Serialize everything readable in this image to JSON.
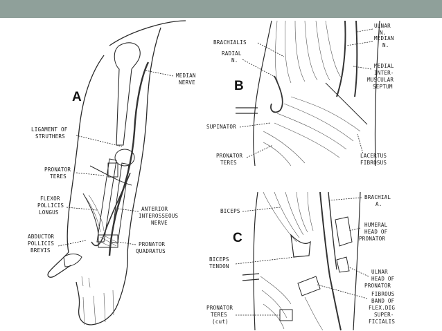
{
  "slide": {
    "header_color": "#8fa09a"
  },
  "panels": {
    "a": "A",
    "b": "B",
    "c": "C"
  },
  "labels_a": {
    "median_nerve": [
      "MEDIAN",
      "NERVE"
    ],
    "ligament": [
      "LIGAMENT OF",
      "STRUTHERS"
    ],
    "pronator_teres": [
      "PRONATOR",
      "TERES"
    ],
    "fpl": [
      "FLEXOR",
      "POLLICIS",
      "LONGUS"
    ],
    "anterior_interosseous": [
      "ANTERIOR",
      "INTEROSSEOUS",
      "NERVE"
    ],
    "apb": [
      "ABDUCTOR",
      "POLLICIS",
      "BREVIS"
    ],
    "pronator_quadratus": [
      "PRONATOR",
      "QUADRATUS"
    ]
  },
  "labels_b": {
    "brachialis": [
      "BRACHIALIS"
    ],
    "radial_n": [
      "RADIAL",
      "N."
    ],
    "ulnar_n": [
      "ULNAR",
      "N."
    ],
    "median_n": [
      "MEDIAN",
      "N."
    ],
    "septum": [
      "MEDIAL",
      "INTER-",
      "MUSCULAR",
      "SEPTUM"
    ],
    "supinator": [
      "SUPINATOR"
    ],
    "pronator_teres": [
      "PRONATOR",
      "TERES"
    ],
    "lacertus": [
      "LACERTUS",
      "FIBROSUS"
    ]
  },
  "labels_c": {
    "biceps": [
      "BICEPS"
    ],
    "brachial_a": [
      "BRACHIAL",
      "A."
    ],
    "humeral_head": [
      "HUMERAL",
      "HEAD OF",
      "PRONATOR"
    ],
    "biceps_tendon": [
      "BICEPS",
      "TENDON"
    ],
    "ulnar_head": [
      "ULNAR",
      "HEAD OF",
      "PRONATOR"
    ],
    "fibrous_band": [
      "FIBROUS",
      "BAND OF",
      "FLEX.DIG",
      "SUPER-",
      "FICIALIS"
    ],
    "pronator_teres_cut": [
      "PRONATOR",
      "TERES",
      "(cut)"
    ]
  }
}
